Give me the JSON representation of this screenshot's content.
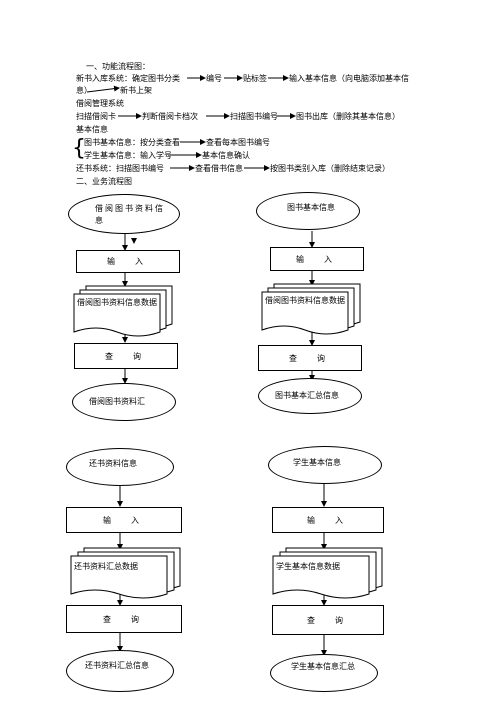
{
  "section1": {
    "title": "一、功能流程图：",
    "row1": {
      "prefix": "新书入库系统：确定图书分类",
      "s1": "编号",
      "s2": "贴标签",
      "s3": "输入基本信息（向电脑添加基本信",
      "s3_cont": "息）",
      "s4": "新书上架"
    },
    "row2_title": "借阅管理系统",
    "row3": {
      "s1": "扫描借阅卡",
      "s2": "判断借阅卡档次",
      "s3": "扫描图书编号",
      "s4": "图书出库（删除其基本信息）"
    },
    "row4_title": "基本信息",
    "row5": {
      "s1": "图书基本信息：按分类查看",
      "s2": "查看每本图书编号"
    },
    "row6": {
      "s1": "学生基本信息：输入学号",
      "s2": "基本信息确认"
    },
    "row7": {
      "s1": "还书系统：扫描图书编号",
      "s2": "查看借书信息",
      "s3": "按图书类别入库（删除结束记录）"
    }
  },
  "section2": {
    "title": "二、业务流程图",
    "flows": [
      {
        "start": "借阅图书资料信息",
        "input": "输　入",
        "data": "借阅图书资料信息数据",
        "query": "查　询",
        "end": "借阅图书资料汇"
      },
      {
        "start": "图书基本信息",
        "input": "输　入",
        "data": "借阅图书资料信息数据",
        "query": "查　询",
        "end": "图书基本汇总信息"
      },
      {
        "start": "还书资料信息",
        "input": "输　入",
        "data": "还书资料汇总数据",
        "query": "查　询",
        "end": "还书资料汇总信息"
      },
      {
        "start": "学生基本信息",
        "input": "输　入",
        "data": "学生基本信息数据",
        "query": "查　询",
        "end": "学生基本信息汇总"
      }
    ]
  }
}
